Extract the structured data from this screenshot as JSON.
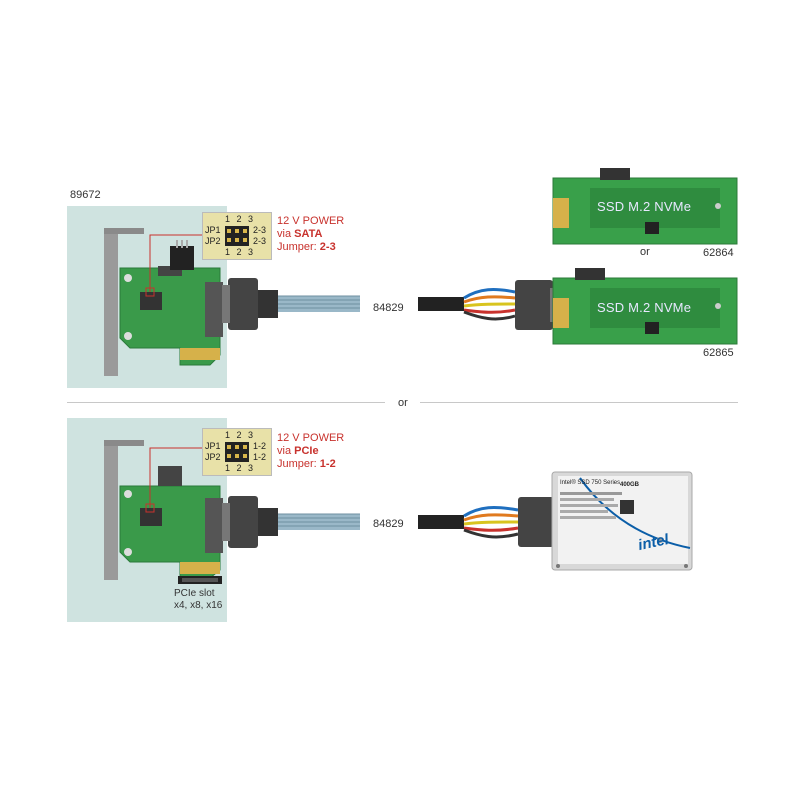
{
  "top": {
    "product_id": "89672",
    "jumper": {
      "cols": "1 2 3",
      "jp1": "JP1",
      "jp2": "JP2",
      "setting": "2-3"
    },
    "power_line1": "12 V POWER",
    "power_via": "via ",
    "power_source": "SATA",
    "jumper_label": "Jumper: ",
    "jumper_value": "2-3",
    "cable_id": "84829",
    "board1_text": "SSD M.2 NVMe",
    "board1_id": "62864",
    "or_between": "or",
    "board2_text": "SSD M.2 NVMe",
    "board2_id": "62865"
  },
  "divider_or": "or",
  "bottom": {
    "jumper": {
      "cols": "1 2 3",
      "jp1": "JP1",
      "jp2": "JP2",
      "setting": "1-2"
    },
    "power_line1": "12 V POWER",
    "power_via": "via ",
    "power_source": "PCIe",
    "jumper_label": "Jumper: ",
    "jumper_value": "1-2",
    "cable_id": "84829",
    "pcie_label_line1": "PCIe slot",
    "pcie_label_line2": "x4, x8, x16",
    "ssd_model": "Intel® SSD 750 Series",
    "ssd_capacity": "400GB",
    "ssd_brand": "intel"
  },
  "colors": {
    "panel": "#cfe3e0",
    "pcb_green": "#3a9a4a",
    "accent_red": "#c8322d",
    "jumper_yellow": "#e8e1a8",
    "ssd_text": "#e8e8ff",
    "intel_blue": "#0b5ea8"
  }
}
